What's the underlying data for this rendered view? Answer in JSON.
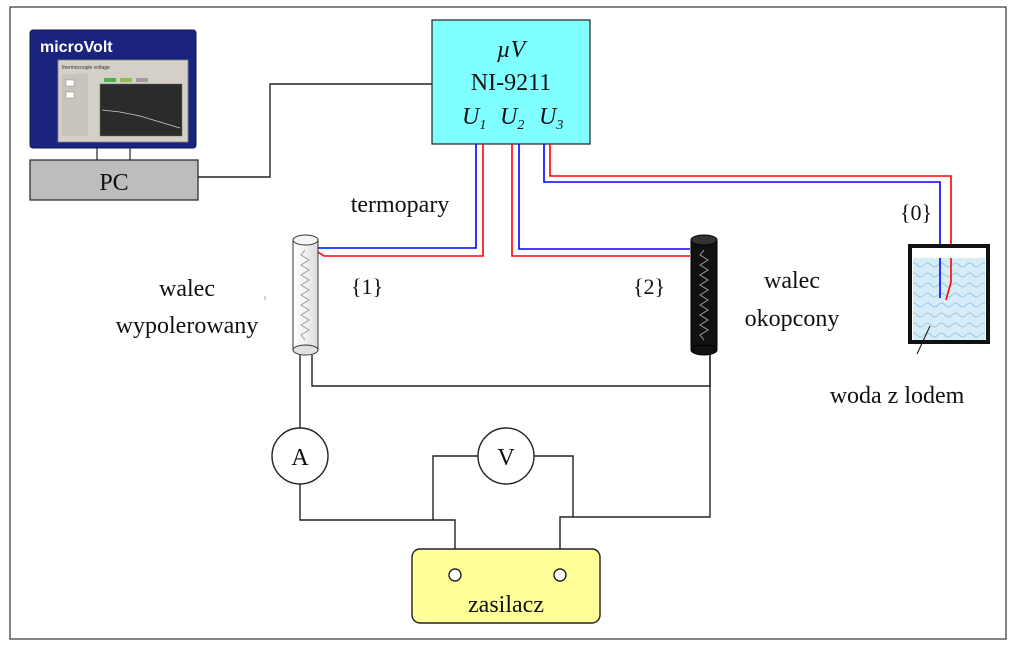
{
  "app": {
    "title": "microVolt",
    "screen_caption": "thermocouple voltage"
  },
  "pc": {
    "label": "PC"
  },
  "daq": {
    "line1": "µV",
    "line2": "NI-9211",
    "channels": [
      "U",
      "U",
      "U"
    ],
    "channel_subscripts": [
      "1",
      "2",
      "3"
    ]
  },
  "labels": {
    "termopary": "termopary",
    "junction0": "{0}",
    "junction1": "{1}",
    "junction2": "{2}",
    "left_cyl_line1": "walec",
    "left_cyl_line2": "wypolerowany",
    "right_cyl_line1": "walec",
    "right_cyl_line2": "okopcony",
    "water": "woda z lodem",
    "ammeter": "A",
    "voltmeter": "V",
    "power_supply": "zasilacz"
  },
  "colors": {
    "daq_fill": "#7fffff",
    "monitor_bezel": "#1a237e",
    "pc_fill": "#bdbdbd",
    "supply_fill": "#ffff99",
    "wire_red": "#ff0000",
    "wire_blue": "#0000ff",
    "ice_water": "#d6ecf7"
  }
}
